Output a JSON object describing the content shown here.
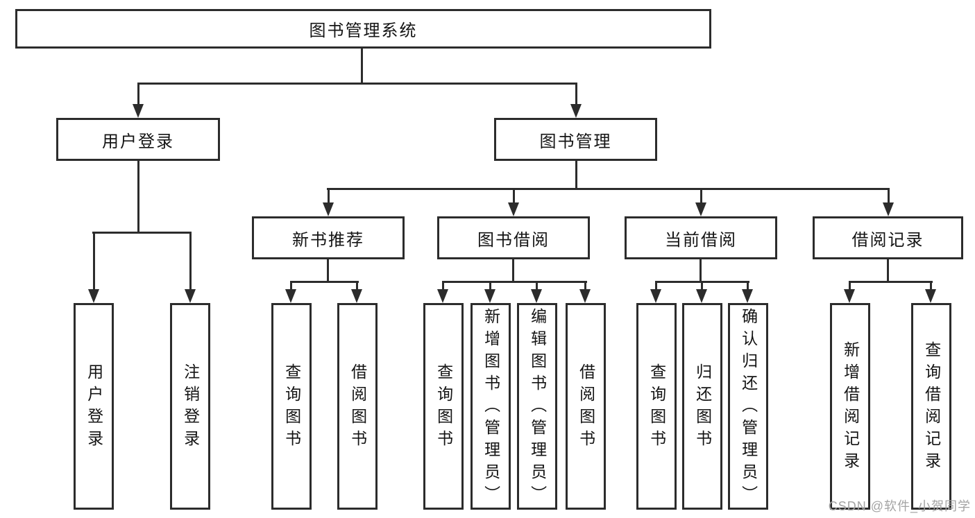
{
  "colors": {
    "line": "#2c2c2c",
    "box_border": "#2c2c2c",
    "text": "#141414",
    "background": "#ffffff",
    "watermark": "#a3a3a3"
  },
  "tree": {
    "root": {
      "label": "图书管理系统"
    },
    "branches": [
      {
        "label": "用户登录",
        "children": [
          {
            "label": "用户登录"
          },
          {
            "label": "注销登录"
          }
        ]
      },
      {
        "label": "图书管理",
        "children": [
          {
            "label": "新书推荐",
            "children": [
              {
                "label": "查询图书"
              },
              {
                "label": "借阅图书"
              }
            ]
          },
          {
            "label": "图书借阅",
            "children": [
              {
                "label": "查询图书"
              },
              {
                "label": "新增图书（管理员）"
              },
              {
                "label": "编辑图书（管理员）"
              },
              {
                "label": "借阅图书"
              }
            ]
          },
          {
            "label": "当前借阅",
            "children": [
              {
                "label": "查询图书"
              },
              {
                "label": "归还图书"
              },
              {
                "label": "确认归还（管理员）"
              }
            ]
          },
          {
            "label": "借阅记录",
            "children": [
              {
                "label": "新增借阅记录"
              },
              {
                "label": "查询借阅记录"
              }
            ]
          }
        ]
      }
    ]
  },
  "watermark": {
    "text": "CSDN @软件_小贺同学"
  }
}
